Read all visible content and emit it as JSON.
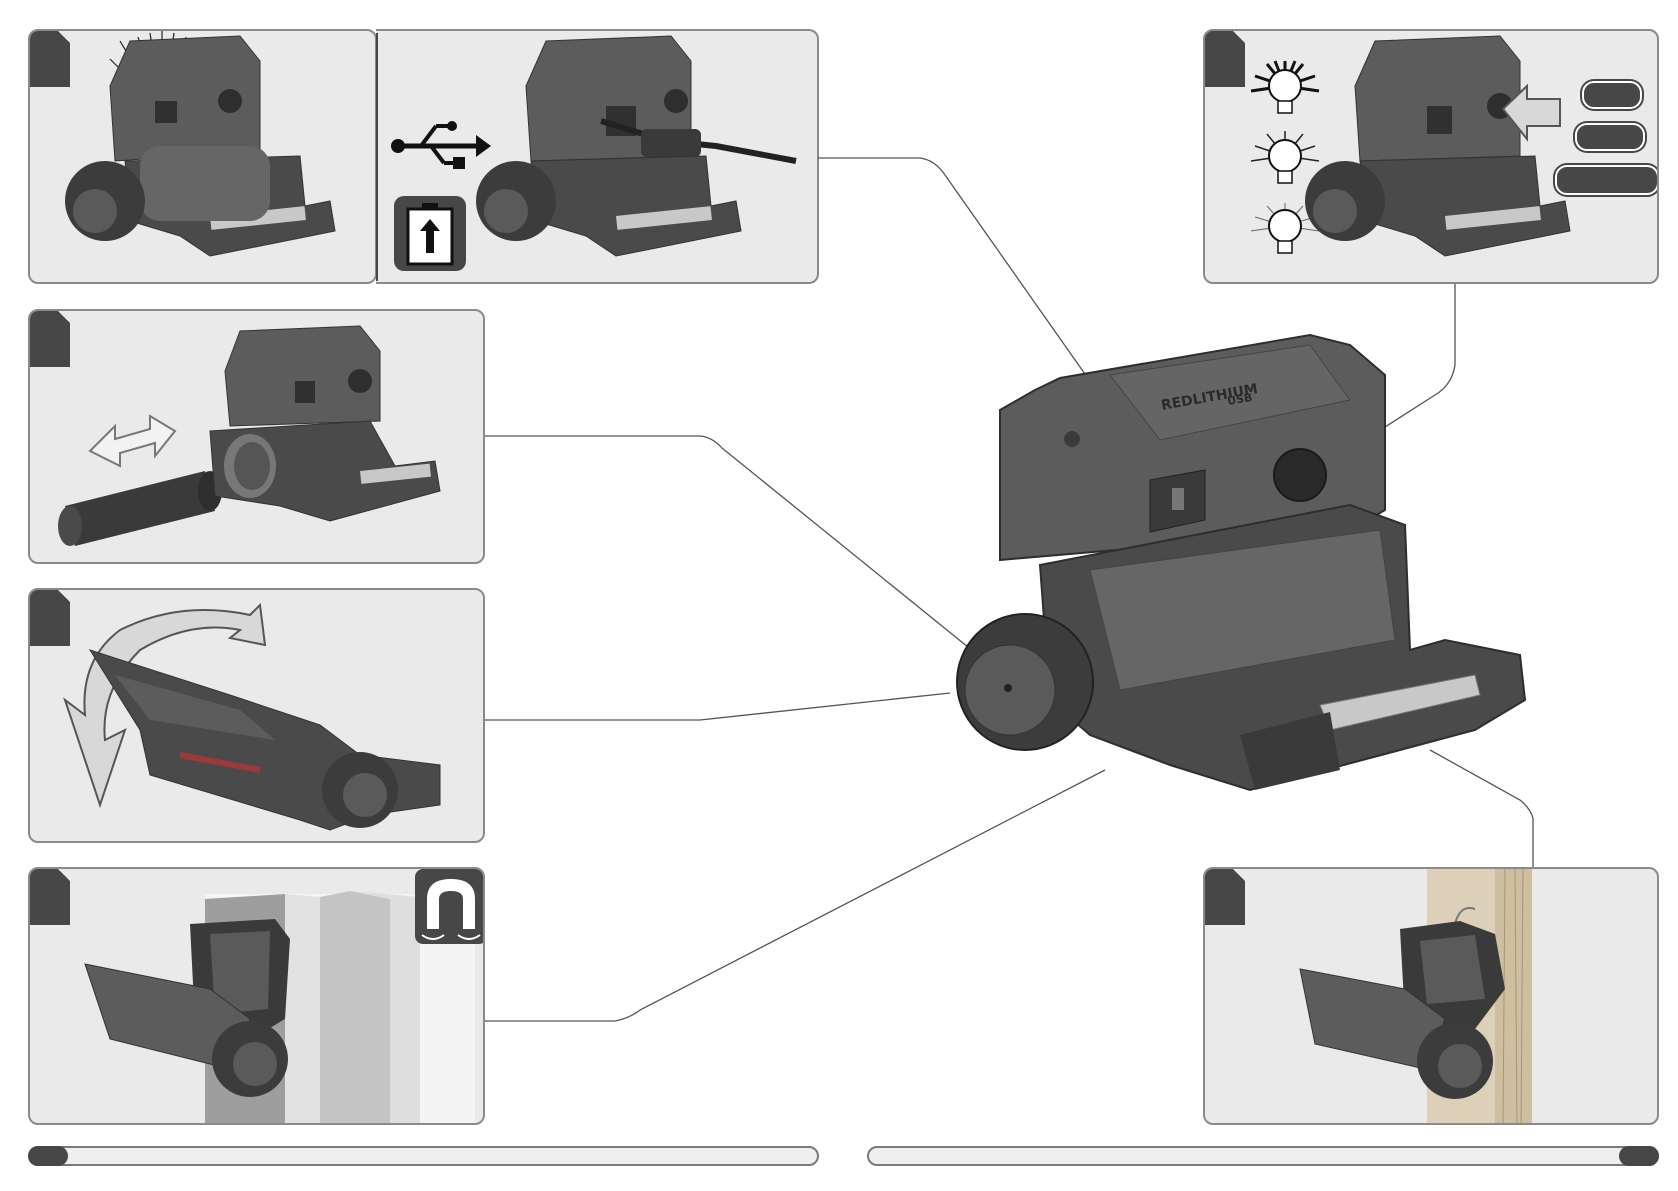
{
  "figure": {
    "device_label_main": "REDLITHIUM",
    "device_label_sub": "USB",
    "panels": [
      {
        "id": "light-on"
      },
      {
        "id": "usb-charge"
      },
      {
        "id": "battery-insert"
      },
      {
        "id": "head-rotate"
      },
      {
        "id": "magnet-mount"
      },
      {
        "id": "brightness-modes"
      },
      {
        "id": "hook-hang"
      }
    ],
    "icons": [
      "usb-icon",
      "battery-charge-icon",
      "magnet-icon",
      "bulb-high-icon",
      "bulb-medium-icon",
      "bulb-low-icon",
      "bidirectional-arrow-icon",
      "rotate-arrow-icon",
      "press-arrow-icon"
    ],
    "colors": {
      "panel": "#eaeaea",
      "dark": "#474747",
      "body": "#5c5c5c",
      "lens": "#8e8e8e",
      "rail": "#c8c8c8",
      "wood": "#dcd0b8"
    }
  }
}
